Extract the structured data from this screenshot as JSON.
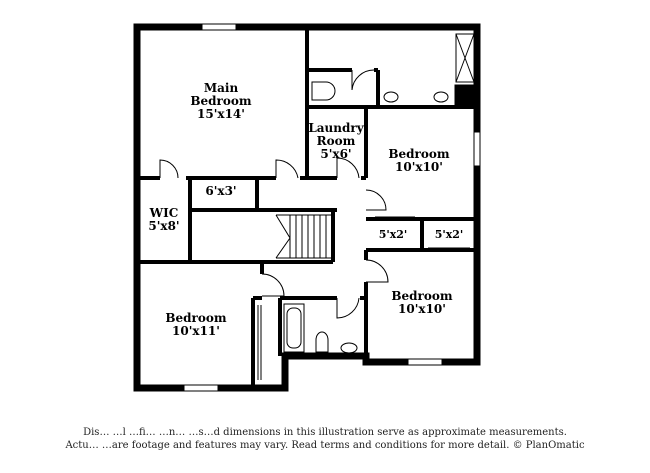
{
  "rooms": {
    "main_bedroom": {
      "name_line1": "Main",
      "name_line2": "Bedroom",
      "size": "15'x14'"
    },
    "laundry": {
      "name_line1": "Laundry",
      "name_line2": "Room",
      "size": "5'x6'"
    },
    "bedroom_ne": {
      "name": "Bedroom",
      "size": "10'x10'"
    },
    "hall_closet": {
      "size": "6'x3'"
    },
    "wic": {
      "name": "WIC",
      "size": "5'x8'"
    },
    "closet_left": {
      "size": "5'x2'"
    },
    "closet_right": {
      "size": "5'x2'"
    },
    "bedroom_se": {
      "name": "Bedroom",
      "size": "10'x10'"
    },
    "bedroom_sw": {
      "name": "Bedroom",
      "size": "10'x11'"
    }
  },
  "disclaimer": {
    "line1": "Dis… …l …fi… …n… …s…d dimensions in this illustration serve as approximate measurements.",
    "line2": "Actu… …are footage and features may vary. Read terms and conditions for more detail. © PlanOmatic"
  }
}
